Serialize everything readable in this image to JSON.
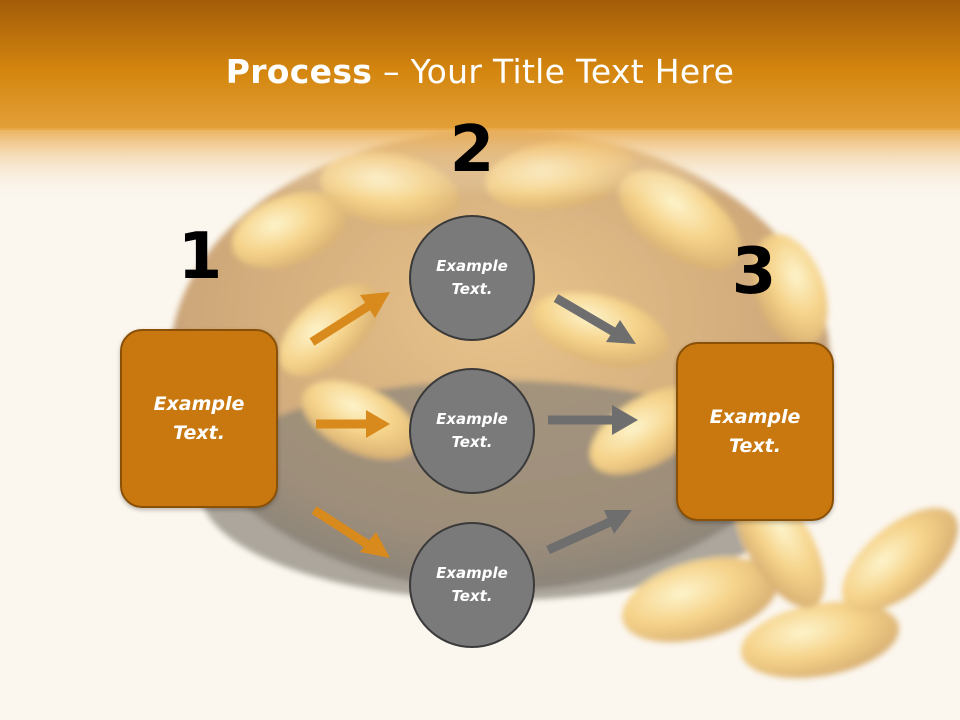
{
  "header": {
    "title_bold": "Process",
    "title_rest": " – Your Title Text Here"
  },
  "steps": {
    "one": "1",
    "two": "2",
    "three": "3"
  },
  "boxes": {
    "left": "Example\nText.",
    "right": "Example\nText."
  },
  "circles": {
    "top": "Example\nText.",
    "middle": "Example\nText.",
    "bottom": "Example\nText."
  },
  "colors": {
    "accent": "#c8780f",
    "circle_fill": "#7a7a7a",
    "orange_arrow": "#d88a1c",
    "gray_arrow": "#6e6e6e"
  }
}
